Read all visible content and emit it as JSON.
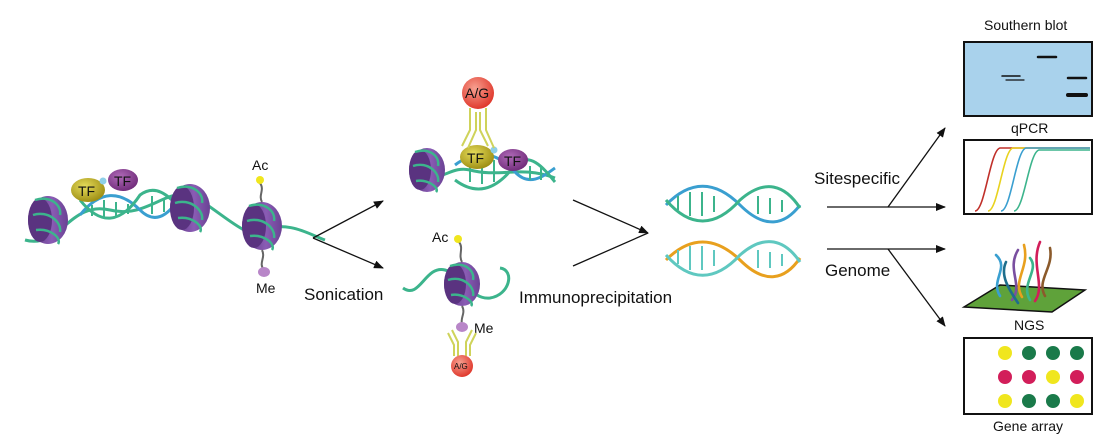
{
  "labels": {
    "tf": "TF",
    "ac": "Ac",
    "me": "Me",
    "ag": "A/G",
    "sonication": "Sonication",
    "immunoprecipitation": "Immunoprecipitation",
    "sitespecific": "Sitespecific",
    "genome": "Genome",
    "southern_blot": "Southern blot",
    "qpcr": "qPCR",
    "ngs": "NGS",
    "gene_array": "Gene array"
  },
  "colors": {
    "nucleosome": "#7a4fa0",
    "nucleosome_dark": "#5a3380",
    "dna_green": "#3cb48c",
    "dna_blue": "#3a9fd0",
    "tf_yellow": "#c8b41e",
    "tf_purple": "#8e3f94",
    "ag_red": "#e8493c",
    "antibody": "#e4e87a",
    "blot_bg": "#a9d2ec",
    "ngs_plate": "#5fa23a",
    "array_yellow": "#f0e61e",
    "array_green": "#1a7a4a",
    "array_red": "#d21e5a"
  },
  "gene_array_grid": [
    [
      "yellow",
      "green",
      "green",
      "green"
    ],
    [
      "red",
      "red",
      "yellow",
      "red"
    ],
    [
      "yellow",
      "green",
      "green",
      "yellow"
    ]
  ]
}
